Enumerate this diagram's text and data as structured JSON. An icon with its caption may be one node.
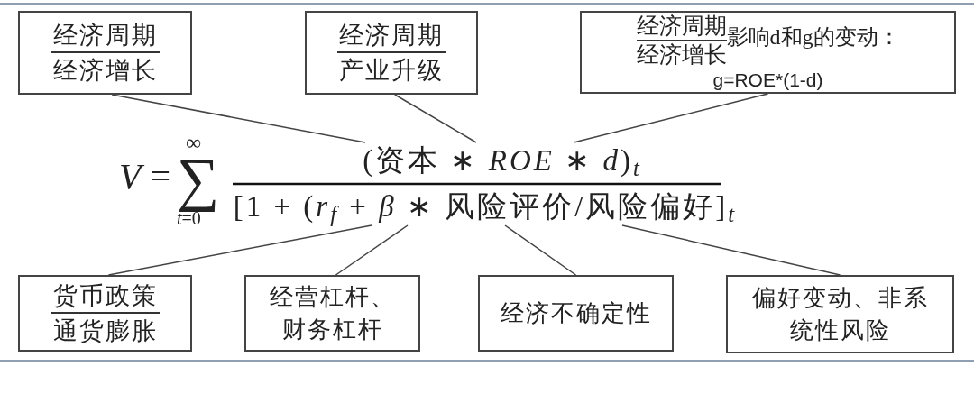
{
  "diagram": {
    "nodes": [
      {
        "text": [
          "经济周期",
          "经济增长"
        ]
      },
      {
        "text": [
          "经济周期",
          "产业升级"
        ]
      },
      {
        "text": [
          "经济周期",
          "经济增长",
          "影响d和g的变动：",
          "g=ROE*(1-d)"
        ]
      },
      {
        "text": [
          "货币政策",
          "通货膨胀"
        ]
      },
      {
        "text": [
          "经营杠杆、财务杠杆"
        ]
      },
      {
        "text": [
          "经济不确定性"
        ]
      },
      {
        "text": [
          "偏好变动、非系统性风险"
        ]
      },
      {
        "text": [
          "(资本 ∗ *ROE* ∗ *d*)$_{t}$"
        ]
      },
      {
        "text": [
          "[1 + (*r*$_{f}$ + *β* ∗ 风险评价/风险偏好]$_{t}$"
        ]
      }
    ],
    "edges": [
      {
        "from": 0,
        "to": 7,
        "arrow": "none"
      },
      {
        "from": 1,
        "to": 7,
        "arrow": "none"
      },
      {
        "from": 2,
        "to": 7,
        "arrow": "none"
      },
      {
        "from": 3,
        "to": 8,
        "arrow": "none"
      },
      {
        "from": 4,
        "to": 8,
        "arrow": "none"
      },
      {
        "from": 5,
        "to": 8,
        "arrow": "none"
      },
      {
        "from": 6,
        "to": 8,
        "arrow": "none"
      }
    ],
    "labels": [
      "*V* =",
      "∞",
      "∑",
      "*t*=0"
    ]
  }
}
